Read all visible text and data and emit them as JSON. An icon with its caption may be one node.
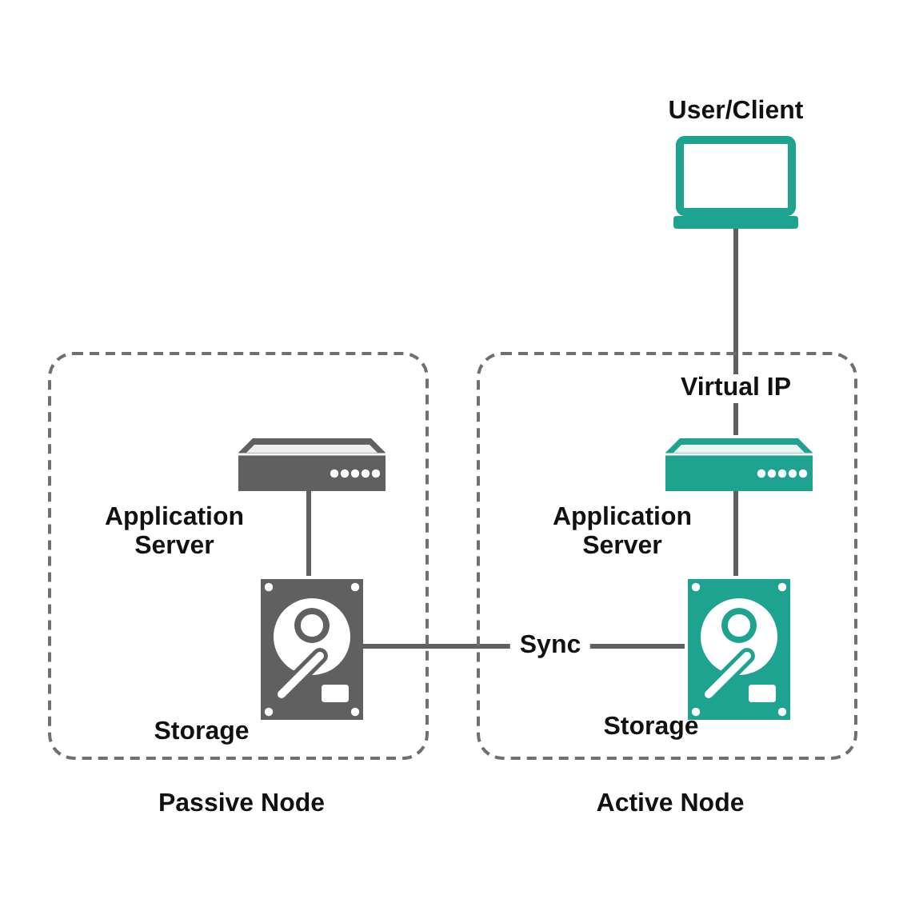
{
  "diagram": {
    "nodes": [
      {
        "text": [
          "Passive Node"
        ]
      },
      {
        "text": [
          "Application Server"
        ],
        "in": 0
      },
      {
        "text": [
          "Storage"
        ],
        "in": 0
      },
      {
        "text": [
          "Active Node"
        ]
      },
      {
        "text": [
          "User/Client"
        ]
      },
      {
        "text": [
          "Application Server"
        ],
        "in": 3
      },
      {
        "text": [
          "Storage"
        ],
        "in": 3
      }
    ],
    "edges": [
      {
        "from": 1,
        "to": 2,
        "arrow": "none"
      },
      {
        "from": 4,
        "to": 5,
        "arrow": "none",
        "label": "Virtual IP"
      },
      {
        "from": 5,
        "to": 6,
        "arrow": "none"
      },
      {
        "from": 2,
        "to": 6,
        "arrow": "none",
        "label": "Sync"
      }
    ]
  }
}
